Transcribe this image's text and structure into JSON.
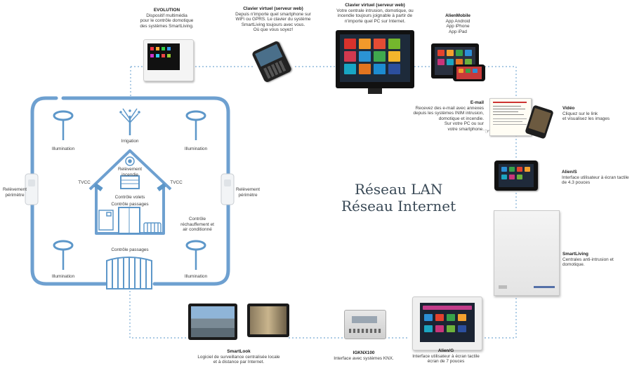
{
  "network": {
    "lan": "Réseau LAN",
    "internet": "Réseau Internet"
  },
  "house": {
    "illumination_tl": "Illumination",
    "illumination_tr": "Illumination",
    "illumination_bl": "Illumination",
    "illumination_br": "Illumination",
    "irrigation": "Irrigation",
    "perimeter_left": "Relèvement\npérimètre",
    "perimeter_right": "Relèvement\npérimètre",
    "fire_detection": "Relèvement\nincendie",
    "tvcc_left": "TVCC",
    "tvcc_right": "TVCC",
    "shutters": "Contrôle volets",
    "passages_inner": "Contrôle passages",
    "passages_gate": "Contrôle passages",
    "climate": "Contrôle\nréchauffement et\nair conditionné"
  },
  "devices": {
    "evolution": {
      "title": "EVOLUTION",
      "desc": "Dispositif multimédia\npour le contrôle domotique\ndes systèmes SmartLiving."
    },
    "virtual_keypad_phone": {
      "title": "Clavier virtuel (serveur web)",
      "desc": "Depuis n'importe quel smartphone sur\nWiFi ou GPRS. Le clavier du système\nSmartLiving toujours avec vous.\nOù que vous soyez!"
    },
    "virtual_keypad_pc": {
      "title": "Clavier virtuel (serveur web)",
      "desc": "Votre centrale intrusion, domotique, ou\nincendie toujours joignable à partir de\nn'importe quel PC sur Internet."
    },
    "alienmobile": {
      "title": "AlienMobile",
      "desc": "App Android\nApp iPhone\nApp iPad"
    },
    "email": {
      "title": "E-mail",
      "desc": "Recevez des e-mail avec annexes\ndepuis les systèmes INIM intrusion,\ndomotique et incendie.\nSur votre PC ou sur\nvotre smartphone."
    },
    "video": {
      "title": "Vidéo",
      "desc": "Cliquez sur le link\net visualisez les images"
    },
    "alien_s": {
      "title": "Alien/S",
      "desc": "Interface utilisateur à écran tactile\nde 4.3 pouces"
    },
    "smartliving": {
      "title": "SmartLiving",
      "desc": "Centrales anti-intrusion et\ndomotique."
    },
    "alien_g": {
      "title": "Alien/G",
      "desc": "Interface utilisateur à écran tactile\nécran de 7 pouces"
    },
    "igknx100": {
      "title": "IGKNX100",
      "desc": "Interface avec systèmes KNX."
    },
    "smartlook": {
      "title": "SmartLook",
      "desc": "Logiciel de surveillance centralisée locale\net à distance par Internet."
    }
  },
  "colors": {
    "network_line": "#5d97c9",
    "dotted_line": "#8fb8dc",
    "house_frame": "#6ea0d0"
  }
}
